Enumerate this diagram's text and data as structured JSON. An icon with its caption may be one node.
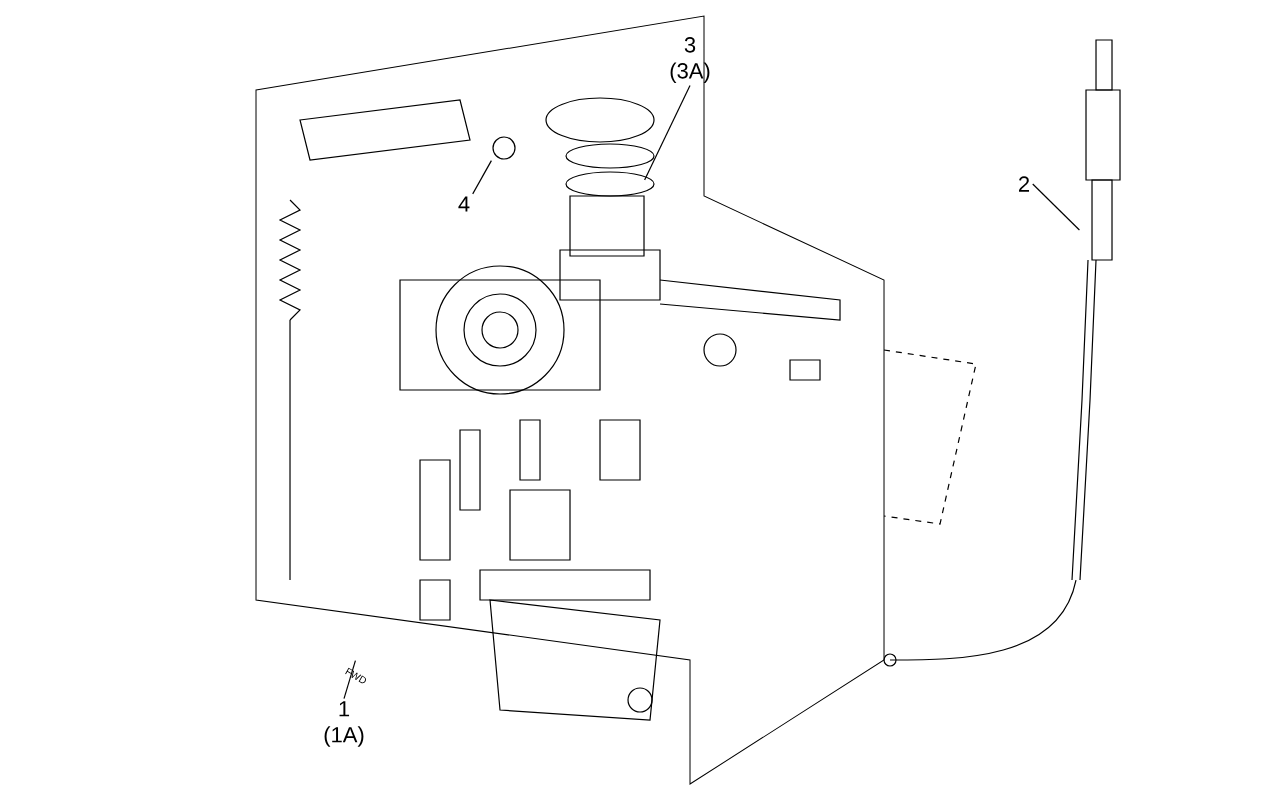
{
  "diagram": {
    "nodes": [
      {
        "text": [
          "1",
          "(1A)"
        ]
      },
      {
        "text": [
          "2"
        ],
        "in": 5
      },
      {
        "text": [
          "3",
          "(3A)"
        ],
        "in": 4
      },
      {
        "text": [
          "4"
        ],
        "in": 4
      },
      {
        "text": [],
        "shape": "picture"
      },
      {
        "text": [],
        "shape": "picture"
      },
      {
        "text": [],
        "shape": "picture",
        "in": 4
      },
      {
        "text": [],
        "shape": "circle",
        "in": 4
      }
    ],
    "edges": [
      {
        "from": 0,
        "to": 4,
        "arrow": "none"
      },
      {
        "from": 1,
        "to": 5,
        "arrow": "none"
      },
      {
        "from": 2,
        "to": 6,
        "arrow": "none"
      },
      {
        "from": 3,
        "to": 7,
        "arrow": "none"
      }
    ],
    "labels": [
      "FWD"
    ]
  }
}
